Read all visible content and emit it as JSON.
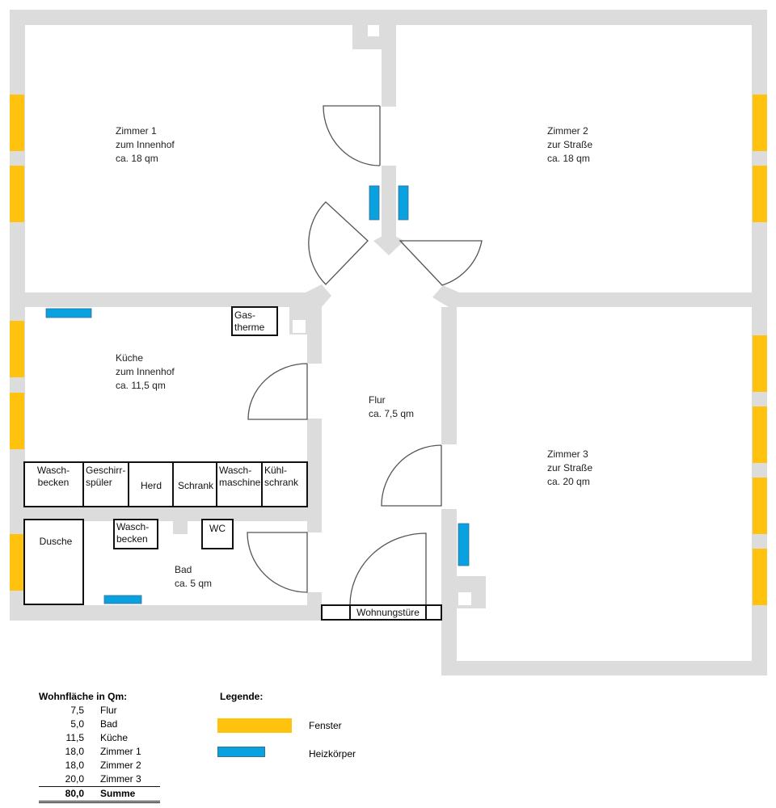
{
  "colors": {
    "wall": "#dcdcdc",
    "window": "#ffc20e",
    "radiator": "#0aa1e1",
    "line": "#111111"
  },
  "rooms": {
    "zimmer1": [
      "Zimmer 1",
      "zum Innenhof",
      "ca. 18 qm"
    ],
    "zimmer2": [
      "Zimmer 2",
      "zur Straße",
      "ca. 18 qm"
    ],
    "kueche": [
      "Küche",
      "zum Innenhof",
      "ca. 11,5 qm"
    ],
    "flur": [
      "Flur",
      "ca. 7,5 qm"
    ],
    "zimmer3": [
      "Zimmer 3",
      "zur Straße",
      "ca. 20 qm"
    ],
    "bad": [
      "Bad",
      "ca. 5 qm"
    ]
  },
  "fixtures": {
    "gastherme": [
      "Gas-",
      "therme"
    ],
    "waschbecken_kueche": [
      "Wasch-",
      "becken"
    ],
    "geschirrspueler": [
      "Geschirr-",
      "spüler"
    ],
    "herd": [
      "Herd"
    ],
    "schrank": [
      "Schrank"
    ],
    "waschmaschine": [
      "Wasch-",
      "maschine"
    ],
    "kuehlschrank": [
      "Kühl-",
      "schrank"
    ],
    "dusche": [
      "Dusche"
    ],
    "waschbecken_bad": [
      "Wasch-",
      "becken"
    ],
    "wc": [
      "WC"
    ],
    "wohnungstuer": [
      "Wohnungstüre"
    ]
  },
  "areas": {
    "title": "Wohnfläche in Qm:",
    "rows": [
      {
        "value": "7,5",
        "name": "Flur"
      },
      {
        "value": "5,0",
        "name": "Bad"
      },
      {
        "value": "11,5",
        "name": "Küche"
      },
      {
        "value": "18,0",
        "name": "Zimmer 1"
      },
      {
        "value": "18,0",
        "name": "Zimmer 2"
      },
      {
        "value": "20,0",
        "name": "Zimmer 3"
      }
    ],
    "sum": {
      "value": "80,0",
      "name": "Summe"
    }
  },
  "legend": {
    "title": "Legende:",
    "window": "Fenster",
    "radiator": "Heizkörper"
  }
}
